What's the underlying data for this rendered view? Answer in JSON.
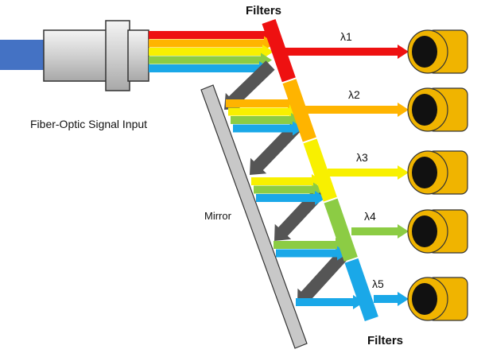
{
  "labels": {
    "filters_top": "Filters",
    "filters_bottom": "Filters",
    "input": "Fiber-Optic Signal Input",
    "mirror": "Mirror"
  },
  "channels": [
    {
      "label": "λ1",
      "color": "#ee1111"
    },
    {
      "label": "λ2",
      "color": "#ffb400"
    },
    {
      "label": "λ3",
      "color": "#f8f000"
    },
    {
      "label": "λ4",
      "color": "#8ccc44"
    },
    {
      "label": "λ5",
      "color": "#1aa8e8"
    }
  ],
  "colors": {
    "fiber": "#4472c4",
    "connector": "#cccccc",
    "mirror": "#c8c8c8",
    "reflected_beam": "#555555",
    "detector_body": "#f0b400",
    "detector_hole": "#111111"
  }
}
